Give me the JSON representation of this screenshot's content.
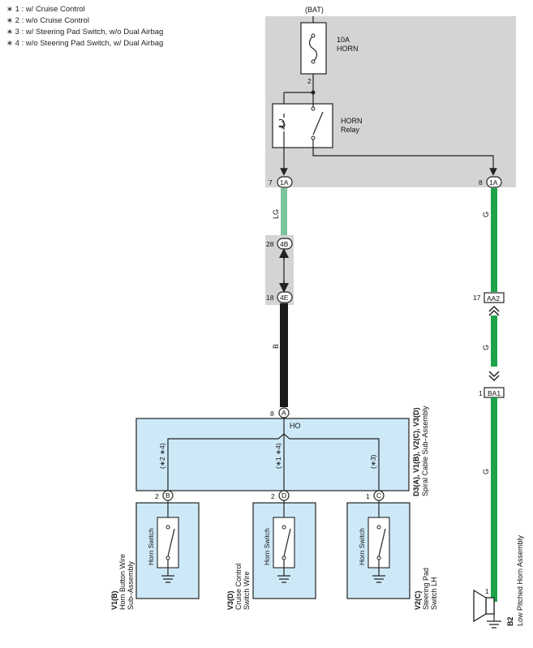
{
  "notes": [
    "∗ 1 : w/ Cruise Control",
    "∗ 2 : w/o Cruise Control",
    "∗ 3 : w/ Steering Pad Switch,  w/o Dual Airbag",
    "∗ 4 : w/o Steering Pad Switch,  w/ Dual Airbag"
  ],
  "power": {
    "source": "(BAT)",
    "fuse_amp": "10A",
    "fuse_name": "HORN",
    "fuse_pin": "2",
    "relay_name": "HORN",
    "relay_word": "Relay"
  },
  "connectors": {
    "c1a_left": {
      "pin": "7",
      "label": "1A"
    },
    "c1a_right": {
      "pin": "8",
      "label": "1A"
    },
    "c4b": {
      "pin": "28",
      "label": "4B"
    },
    "c4e": {
      "pin": "18",
      "label": "4E"
    },
    "aa2": {
      "pin": "17",
      "label": "AA2"
    },
    "ba1": {
      "pin": "1",
      "label": "BA1"
    },
    "spiral_in": {
      "pin": "8",
      "label": "A"
    },
    "b_out": {
      "pin": "2",
      "label": "B"
    },
    "d_out": {
      "pin": "2",
      "label": "D"
    },
    "c_out": {
      "pin": "1",
      "label": "C"
    },
    "b2_pin": "1"
  },
  "wires": {
    "lg": "LG",
    "b": "B",
    "g_upper": "G",
    "g_mid": "G",
    "g_lower": "G"
  },
  "wire_colors": {
    "lg": "#7cc49a",
    "b": "#1a1a1a",
    "g": "#1ea34a"
  },
  "colors": {
    "grey_box": "#d4d4d4",
    "component_fill": "#cde9f7",
    "stroke": "#222222"
  },
  "spiral": {
    "node": "HO",
    "branch_left": "(∗2 ∗4)",
    "branch_mid": "(∗1 ∗4)",
    "branch_right": "(∗3)",
    "id": "D3(A), V1(B), V2(C), V3(D)",
    "name": "Spiral Cable Sub–Assembly"
  },
  "switches": [
    {
      "label": "Horn Switch",
      "id": "V1(B)",
      "name_l1": "Horn Button Wire",
      "name_l2": "Sub–Assembly"
    },
    {
      "label": "Horn Switch",
      "id": "V3(D)",
      "name_l1": "Cruise Control",
      "name_l2": "Switch Wire"
    },
    {
      "label": "Horn Switch",
      "id": "V2(C)",
      "name_l1": "Steering Pad",
      "name_l2": "Switch LH"
    }
  ],
  "horn": {
    "id": "B2",
    "name": "Low Pitched Horn Assembly"
  },
  "icons": [
    "fuse-icon",
    "relay-coil-icon",
    "relay-contact-icon",
    "switch-icon",
    "ground-icon",
    "horn-icon",
    "connector-arrow-icon"
  ]
}
